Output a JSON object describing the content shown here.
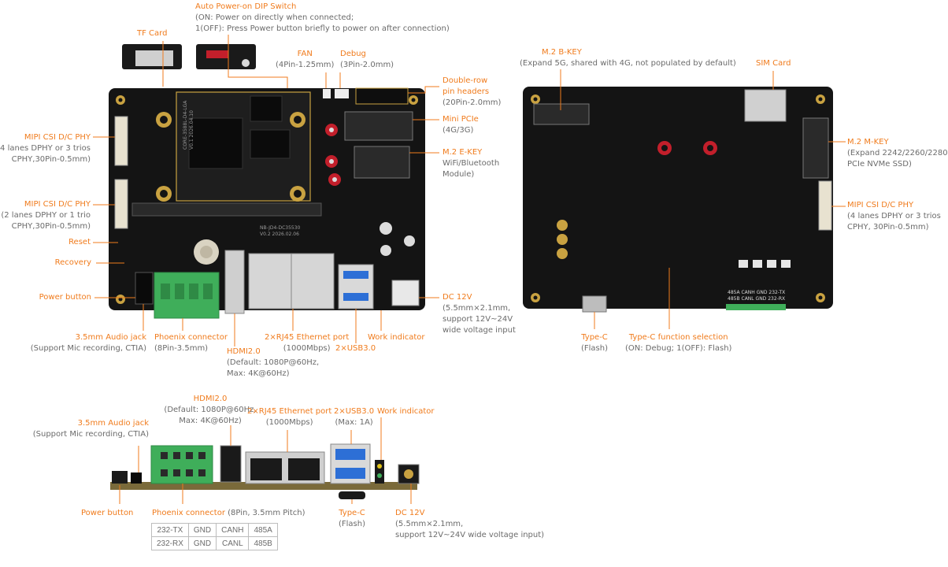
{
  "top_board": {
    "labels": {
      "tf_card": {
        "title": "TF Card"
      },
      "auto_power": {
        "title": "Auto Power-on DIP Switch",
        "desc": [
          "(ON: Power on directly when connected;",
          "1(OFF): Press Power button briefly to power on after connection)"
        ]
      },
      "fan": {
        "title": "FAN",
        "desc": [
          "(4Pin-1.25mm)"
        ]
      },
      "debug": {
        "title": "Debug",
        "desc": [
          "(3Pin-2.0mm)"
        ]
      },
      "double_row": {
        "title": "Double-row",
        "title2": "pin headers",
        "desc": [
          "(20Pin-2.0mm)"
        ]
      },
      "mini_pcie": {
        "title": "Mini PCIe",
        "desc": [
          "(4G/3G)"
        ]
      },
      "m2_ekey": {
        "title": "M.2 E-KEY",
        "desc": [
          "WiFi/Bluetooth",
          "Module)"
        ]
      },
      "mipi1": {
        "title": "MIPI CSI D/C PHY",
        "desc": [
          "(4 lanes DPHY or 3 trios",
          "CPHY,30Pin-0.5mm)"
        ]
      },
      "mipi2": {
        "title": "MIPI CSI D/C PHY",
        "desc": [
          "(2 lanes DPHY or 1 trio",
          "CPHY,30Pin-0.5mm)"
        ]
      },
      "reset": {
        "title": "Reset"
      },
      "recovery": {
        "title": "Recovery"
      },
      "power_button": {
        "title": "Power button"
      },
      "audio_jack": {
        "title": "3.5mm Audio jack",
        "desc": [
          "(Support Mic recording, CTIA)"
        ]
      },
      "phoenix": {
        "title": "Phoenix connector",
        "desc": [
          "(8Pin-3.5mm)"
        ]
      },
      "hdmi": {
        "title": "HDMI2.0",
        "desc": [
          "(Default: 1080P@60Hz,",
          "Max: 4K@60Hz)"
        ]
      },
      "rj45": {
        "title": "2×RJ45 Ethernet port",
        "desc": [
          "(1000Mbps)"
        ]
      },
      "usb": {
        "title": "2×USB3.0"
      },
      "work": {
        "title": "Work indicator"
      },
      "dc": {
        "title": "DC 12V",
        "desc": [
          "(5.5mm×2.1mm,",
          "support 12V~24V",
          "wide voltage input"
        ]
      }
    },
    "silkscreen": [
      "CORE-3588L-D4-LGA",
      "V0.1 2026.04.10",
      "NB-JD4-DC35530",
      "V0.2 2026.02.06"
    ]
  },
  "back_board": {
    "labels": {
      "m2_bkey": {
        "title": "M.2 B-KEY",
        "desc": [
          "(Expand 5G, shared with 4G, not populated by default)"
        ]
      },
      "sim": {
        "title": "SIM Card"
      },
      "m2_mkey": {
        "title": "M.2 M-KEY",
        "desc": [
          "(Expand 2242/2260/2280",
          "PCIe NVMe SSD)"
        ]
      },
      "mipi": {
        "title": "MIPI CSI D/C PHY",
        "desc": [
          "(4 lanes DPHY or 3 trios",
          "CPHY, 30Pin-0.5mm)"
        ]
      },
      "typec": {
        "title": "Type-C",
        "desc": [
          "(Flash)"
        ]
      },
      "typec_sel": {
        "title": "Type-C function selection",
        "desc": [
          "(ON: Debug; 1(OFF): Flash)"
        ]
      }
    },
    "silkscreen_rows": [
      [
        "485A",
        "CANH",
        "GND",
        "232-TX"
      ],
      [
        "485B",
        "CANL",
        "GND",
        "232-RX"
      ]
    ]
  },
  "side_view": {
    "labels": {
      "hdmi": {
        "title": "HDMI2.0",
        "desc": [
          "(Default: 1080P@60Hz,",
          "Max: 4K@60Hz)"
        ]
      },
      "rj45": {
        "title": "2×RJ45 Ethernet port",
        "desc": [
          "(1000Mbps)"
        ]
      },
      "usb": {
        "title": "2×USB3.0",
        "desc": [
          "(Max: 1A)"
        ]
      },
      "work": {
        "title": "Work indicator"
      },
      "audio": {
        "title": "3.5mm Audio jack",
        "desc": [
          "(Support Mic recording, CTIA)"
        ]
      },
      "power": {
        "title": "Power button"
      },
      "phoenix": {
        "title": "Phoenix connector",
        "desc_inline": " (8Pin, 3.5mm Pitch)"
      },
      "typec": {
        "title": "Type-C",
        "desc": [
          "(Flash)"
        ]
      },
      "dc": {
        "title": "DC 12V",
        "desc": [
          "(5.5mm×2.1mm,",
          "support 12V~24V wide voltage input)"
        ]
      }
    },
    "pin_table": [
      [
        "232-TX",
        "GND",
        "CANH",
        "485A"
      ],
      [
        "232-RX",
        "GND",
        "CANL",
        "485B"
      ]
    ]
  },
  "colors": {
    "accent": "#f07b1c",
    "text": "#6b6b6b",
    "pcb": "#141414",
    "terminal": "#3fae5a",
    "usb": "#2d6fd6"
  }
}
